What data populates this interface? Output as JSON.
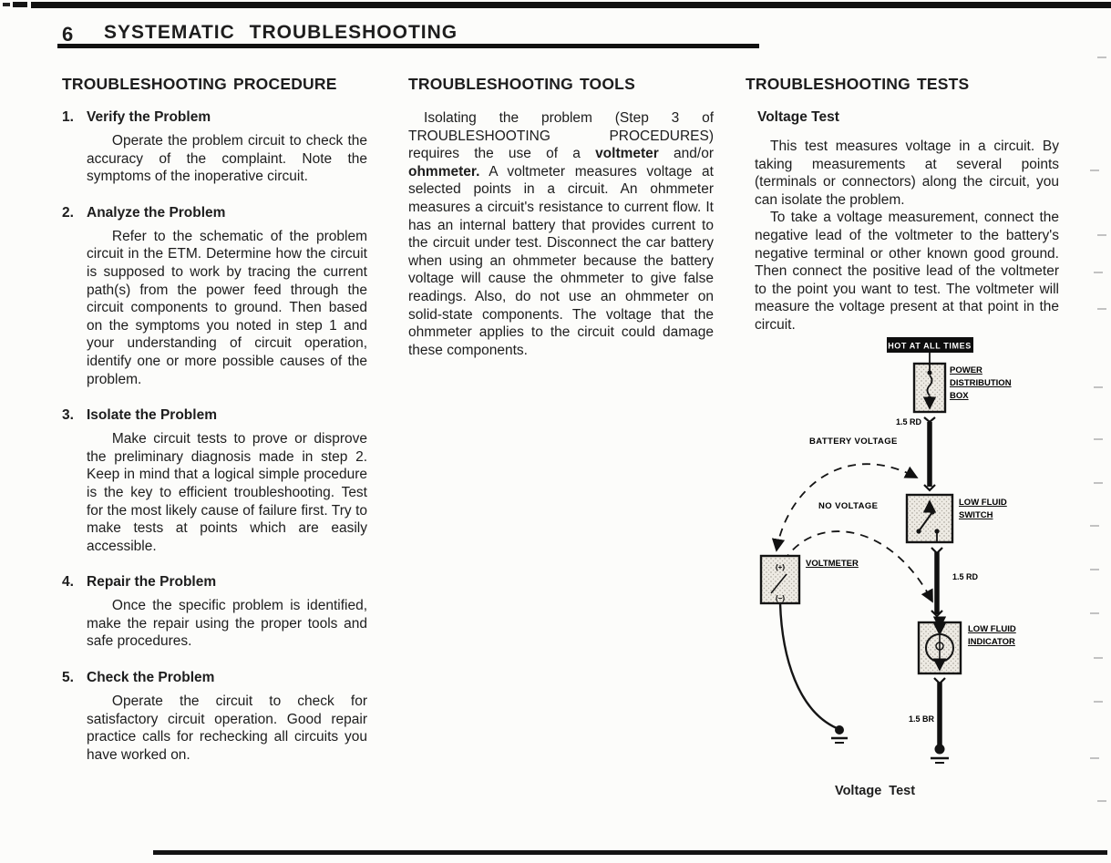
{
  "page": {
    "number": "6",
    "title": "SYSTEMATIC TROUBLESHOOTING"
  },
  "columns": {
    "procedure": {
      "heading": "TROUBLESHOOTING PROCEDURE",
      "steps": [
        {
          "num": "1.",
          "title": "Verify the Problem",
          "body": "Operate the problem circuit to check the accuracy of the complaint. Note the symptoms of the inoperative circuit."
        },
        {
          "num": "2.",
          "title": "Analyze the Problem",
          "body": "Refer to the schematic of the problem circuit in the ETM. Determine how the circuit is supposed to work by tracing the current path(s) from the power feed through the circuit components to ground. Then based on the symptoms you noted in step 1 and your under­standing of circuit operation, identify one or more possible causes of the problem."
        },
        {
          "num": "3.",
          "title": "Isolate the Problem",
          "body": "Make circuit tests to prove or disprove the preliminary diagnosis made in step 2. Keep in mind that a logical simple procedure is the key to efficient troubleshooting. Test for the most likely cause of failure first. Try to make tests at points which are easily accessible."
        },
        {
          "num": "4.",
          "title": "Repair the Problem",
          "body": "Once the specific problem is identified, make the repair using the proper tools and safe procedures."
        },
        {
          "num": "5.",
          "title": "Check the Problem",
          "body": "Operate the circuit to check for satisfactory circuit operation. Good repair practice calls for rechecking all circuits you have worked on."
        }
      ]
    },
    "tools": {
      "heading": "TROUBLESHOOTING TOOLS",
      "para_parts": {
        "p1": "Isolating the problem (Step 3 of TROUBLESHOOTING PROCEDURES) requires the use of a ",
        "b1": "voltmeter",
        "p2": " and/or ",
        "b2": "ohmmeter.",
        "p3": " A voltmeter measures voltage at selected points in a circuit. An ohmmeter measures a circuit's resistance to current flow. It has an internal battery that provides current to the circuit under test. Disconnect the car battery when using an ohmmeter because the battery voltage will cause the ohmmeter to give false readings. Also, do not use an ohmmeter on solid-state components. The voltage that the ohmmeter applies to the circuit could damage these components."
      }
    },
    "tests": {
      "heading": "TROUBLESHOOTING TESTS",
      "subheading": "Voltage Test",
      "para1": "This test measures voltage in a circuit. By taking measurements at several points (terminals or connectors) along the circuit, you can isolate the problem.",
      "para2": "To take a voltage measurement, connect the negative lead of the voltmeter to the battery's negative terminal or other known good ground. Then connect the positive lead of the voltmeter to the point you want to test. The voltmeter will measure the voltage present at that point in the circuit."
    }
  },
  "diagram": {
    "hot_badge": "HOT AT ALL TIMES",
    "labels": {
      "power_box_1": "POWER",
      "power_box_2": "DISTRIBUTION",
      "power_box_3": "BOX",
      "wire1": "1.5 RD",
      "battery_voltage": "BATTERY VOLTAGE",
      "no_voltage": "NO VOLTAGE",
      "switch_1": "LOW FLUID",
      "switch_2": "SWITCH",
      "voltmeter": "VOLTMETER",
      "plus": "(+)",
      "minus": "(−)",
      "wire2": "1.5 RD",
      "indicator_1": "LOW FLUID",
      "indicator_2": "INDICATOR",
      "wire3": "1.5 BR"
    },
    "caption": "Voltage Test",
    "colors": {
      "ink": "#1a1a1a",
      "paper": "#fcfcfa",
      "stipple_bg": "#eeebe4",
      "badge_bg": "#0d0d0d"
    }
  }
}
